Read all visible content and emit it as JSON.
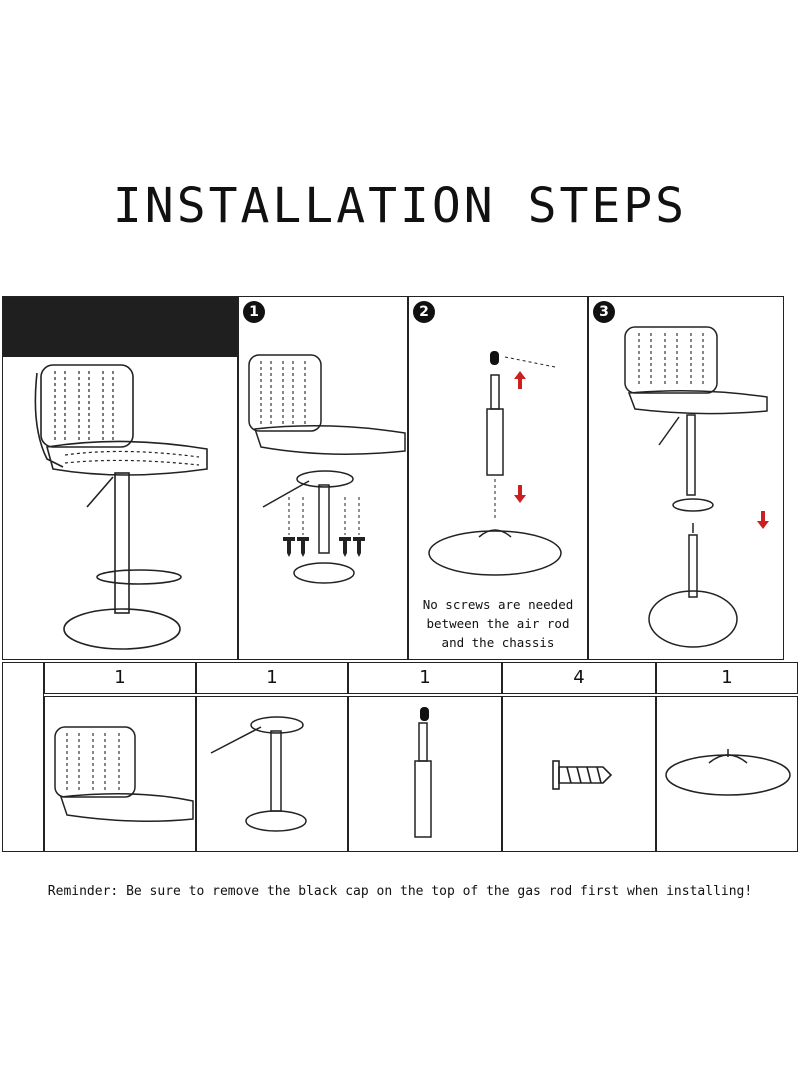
{
  "title": "INSTALLATION STEPS",
  "steps": [
    {
      "number": "1"
    },
    {
      "number": "2",
      "note_lines": [
        "No screws are needed",
        "between the air rod",
        "and the chassis"
      ]
    },
    {
      "number": "3"
    }
  ],
  "parts": [
    {
      "name": "seat",
      "quantity": "1"
    },
    {
      "name": "lift-mechanism-with-footrest",
      "quantity": "1"
    },
    {
      "name": "gas-rod",
      "quantity": "1"
    },
    {
      "name": "screw",
      "quantity": "4"
    },
    {
      "name": "base-chassis",
      "quantity": "1"
    }
  ],
  "reminder": "Reminder: Be sure to remove the black cap on the top of the gas rod first when installing!",
  "colors": {
    "arrow": "#cc1f1f",
    "line": "#222222",
    "header_bar": "#1f1f1f"
  }
}
